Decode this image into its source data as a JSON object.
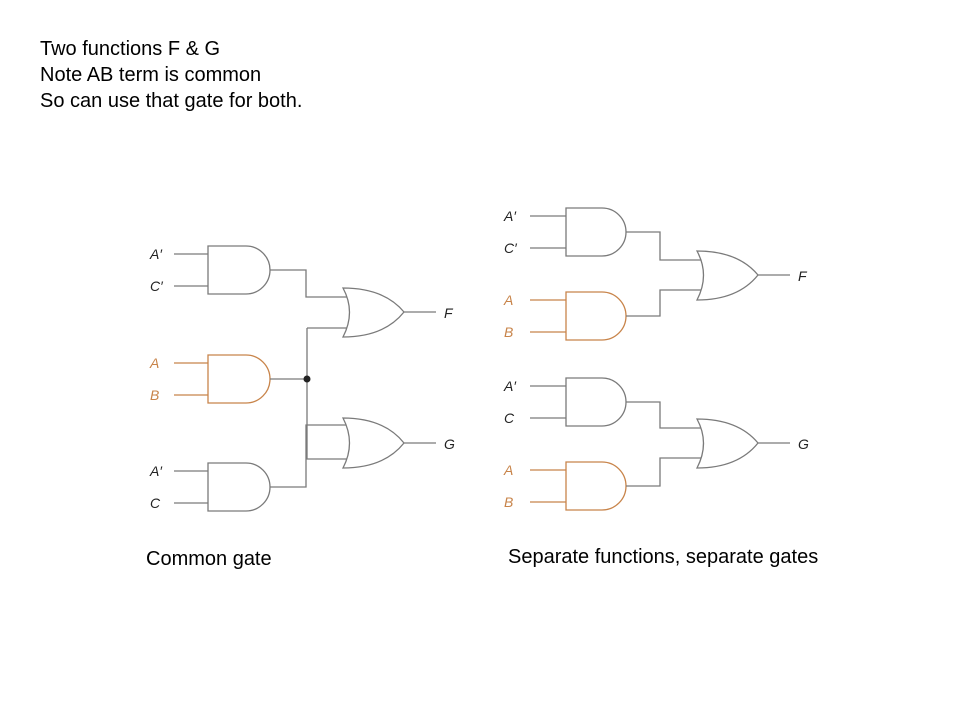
{
  "notes": [
    "Two functions F & G",
    "Note AB term is common",
    "So can use that gate for both."
  ],
  "captions": {
    "left": "Common gate",
    "right": "Separate functions, separate gates"
  },
  "colors": {
    "wire": "#7a7a7a",
    "shared_term": "#c8844a"
  },
  "common_circuit": {
    "inputs": {
      "g1": [
        "A′",
        "C′"
      ],
      "g2": [
        "A",
        "B"
      ],
      "g3": [
        "A′",
        "C"
      ]
    },
    "outputs": [
      "F",
      "G"
    ]
  },
  "separate_circuit": {
    "inputs": {
      "g1": [
        "A′",
        "C′"
      ],
      "g2": [
        "A",
        "B"
      ],
      "g3": [
        "A′",
        "C"
      ],
      "g4": [
        "A",
        "B"
      ]
    },
    "outputs": [
      "F",
      "G"
    ]
  }
}
